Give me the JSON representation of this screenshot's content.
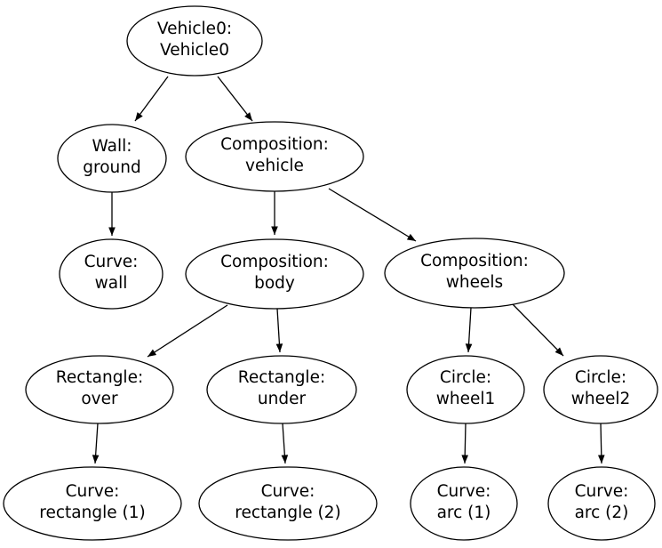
{
  "diagram": {
    "type": "tree-graph",
    "direction": "top-down",
    "colors": {
      "background": "#ffffff",
      "node_fill": "#ffffff",
      "stroke": "#000000",
      "text": "#000000"
    },
    "nodes": [
      {
        "id": "vehicle0",
        "line1": "Vehicle0:",
        "line2": "Vehicle0"
      },
      {
        "id": "wall-ground",
        "line1": "Wall:",
        "line2": "ground"
      },
      {
        "id": "composition-vehicle",
        "line1": "Composition:",
        "line2": "vehicle"
      },
      {
        "id": "curve-wall",
        "line1": "Curve:",
        "line2": "wall"
      },
      {
        "id": "composition-body",
        "line1": "Composition:",
        "line2": "body"
      },
      {
        "id": "composition-wheels",
        "line1": "Composition:",
        "line2": "wheels"
      },
      {
        "id": "rectangle-over",
        "line1": "Rectangle:",
        "line2": "over"
      },
      {
        "id": "rectangle-under",
        "line1": "Rectangle:",
        "line2": "under"
      },
      {
        "id": "circle-wheel1",
        "line1": "Circle:",
        "line2": "wheel1"
      },
      {
        "id": "circle-wheel2",
        "line1": "Circle:",
        "line2": "wheel2"
      },
      {
        "id": "curve-rectangle-1",
        "line1": "Curve:",
        "line2": "rectangle (1)"
      },
      {
        "id": "curve-rectangle-2",
        "line1": "Curve:",
        "line2": "rectangle (2)"
      },
      {
        "id": "curve-arc-1",
        "line1": "Curve:",
        "line2": "arc (1)"
      },
      {
        "id": "curve-arc-2",
        "line1": "Curve:",
        "line2": "arc (2)"
      }
    ],
    "edges": [
      {
        "from": "vehicle0",
        "to": "wall-ground"
      },
      {
        "from": "vehicle0",
        "to": "composition-vehicle"
      },
      {
        "from": "wall-ground",
        "to": "curve-wall"
      },
      {
        "from": "composition-vehicle",
        "to": "composition-body"
      },
      {
        "from": "composition-vehicle",
        "to": "composition-wheels"
      },
      {
        "from": "composition-body",
        "to": "rectangle-over"
      },
      {
        "from": "composition-body",
        "to": "rectangle-under"
      },
      {
        "from": "composition-wheels",
        "to": "circle-wheel1"
      },
      {
        "from": "composition-wheels",
        "to": "circle-wheel2"
      },
      {
        "from": "rectangle-over",
        "to": "curve-rectangle-1"
      },
      {
        "from": "rectangle-under",
        "to": "curve-rectangle-2"
      },
      {
        "from": "circle-wheel1",
        "to": "curve-arc-1"
      },
      {
        "from": "circle-wheel2",
        "to": "curve-arc-2"
      }
    ]
  }
}
